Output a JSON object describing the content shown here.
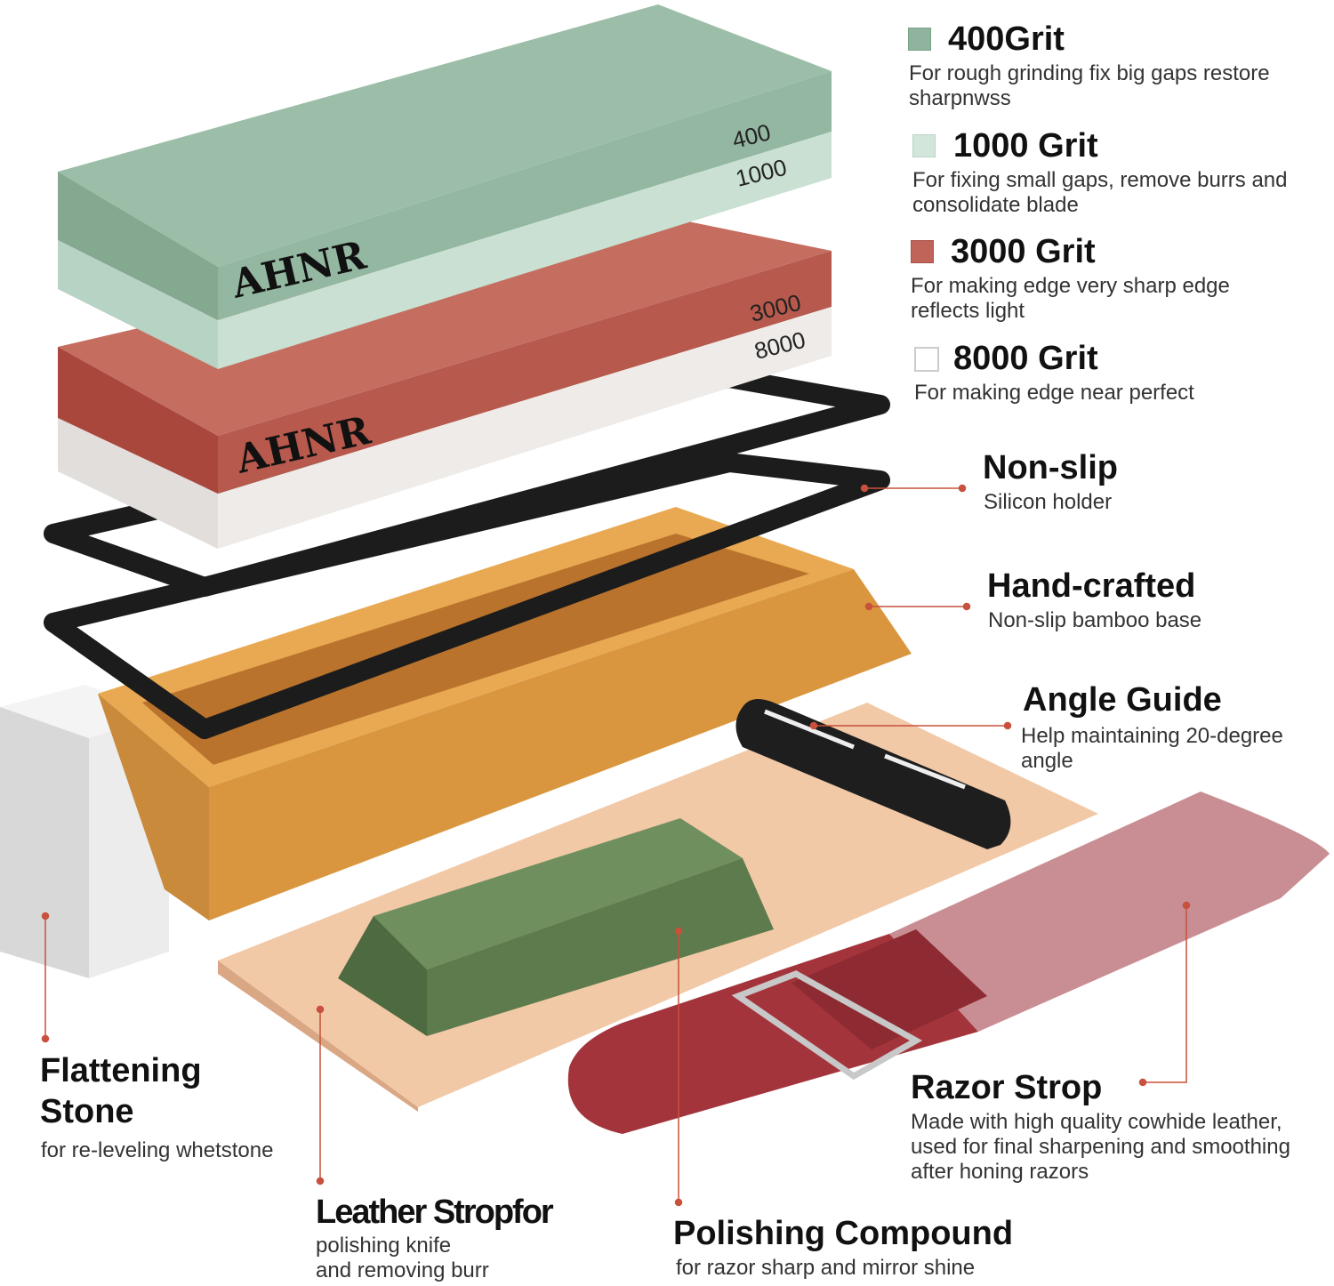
{
  "brand": "AHNR",
  "stone_marks": {
    "top_a": "400",
    "top_b": "1000",
    "bottom_a": "3000",
    "bottom_b": "8000"
  },
  "grits": [
    {
      "title": "400Grit",
      "desc1": "For rough grinding fix big gaps restore",
      "desc2": "sharpnwss",
      "color": "#8fb39c"
    },
    {
      "title": "1000 Grit",
      "desc1": "For fixing small gaps, remove burrs and",
      "desc2": "consolidate blade",
      "color": "#d3e6db"
    },
    {
      "title": "3000 Grit",
      "desc1": "For making edge very sharp edge",
      "desc2": "reflects light",
      "color": "#c0645a"
    },
    {
      "title": "8000 Grit",
      "desc1": "For making edge near perfect",
      "desc2": "",
      "color": "#ffffff"
    }
  ],
  "features": {
    "nonslip": {
      "title": "Non-slip",
      "desc": "Silicon holder"
    },
    "handcrafted": {
      "title": "Hand-crafted",
      "desc": "Non-slip bamboo base"
    },
    "angle": {
      "title": "Angle Guide",
      "desc1": "Help maintaining 20-degree",
      "desc2": "angle"
    },
    "flattening": {
      "title1": "Flattening",
      "title2": "Stone",
      "desc": "for re-leveling whetstone"
    },
    "leather": {
      "title": "Leather Stropfor",
      "desc1": "polishing knife",
      "desc2": "and removing burr"
    },
    "compound": {
      "title": "Polishing Compound",
      "desc": "for razor sharp and mirror shine"
    },
    "razor": {
      "title": "Razor Strop",
      "desc1": "Made with high quality cowhide leather,",
      "desc2": "used for final sharpening and smoothing",
      "desc3": "after honing razors"
    }
  },
  "accent": "#c8503c"
}
